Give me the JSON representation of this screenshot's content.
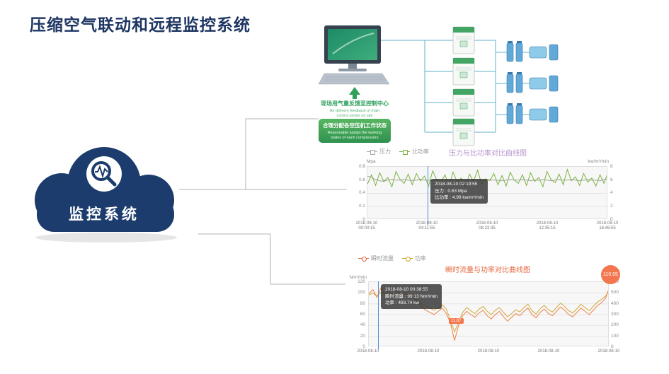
{
  "page": {
    "title": "压缩空气联动和远程监控系统"
  },
  "cloud": {
    "label": "监控系统"
  },
  "diagram": {
    "feedback_cn": "现场用气量反馈至控制中心",
    "feedback_en1": "Air delivery feedback of main",
    "feedback_en2": "control center on site",
    "assign_cn": "合理分配各空压机工作状态",
    "assign_en1": "Reasonable assign the working",
    "assign_en2": "states of each compressors"
  },
  "chart_data": [
    {
      "type": "line",
      "title": "压力与比功率对比曲线图",
      "title_color": "#b592cc",
      "legend": [
        {
          "label": "压力",
          "color": "#a8a8a8"
        },
        {
          "label": "比功率",
          "color": "#7cb342"
        }
      ],
      "left_axis": {
        "unit": "Mpa",
        "min": 0,
        "max": 0.8,
        "ticks": [
          "0.8",
          "0.6",
          "0.4",
          "0.2",
          "0"
        ]
      },
      "right_axis": {
        "unit": "kw/m³/min",
        "min": 0,
        "max": 8,
        "ticks": [
          "8",
          "6",
          "4",
          "2",
          "0"
        ]
      },
      "x_labels": [
        {
          "date": "2018-08-10",
          "time": "00:00:15"
        },
        {
          "date": "2018-08-10",
          "time": "04:11:55"
        },
        {
          "date": "2018-08-10",
          "time": "08:23:35"
        },
        {
          "date": "2018-08-10",
          "time": "12:35:15"
        },
        {
          "date": "2018-08-10",
          "time": "16:46:55"
        }
      ],
      "tooltip": {
        "line1": "2018-08-10 02:19:55",
        "line2": "压力 : 0.63 Mpa",
        "line3": "比功率 : 4.99 kw/m³/min"
      },
      "series": [
        {
          "name": "压力",
          "color": "#a8a8a8",
          "min": 0,
          "max": 0.8,
          "values": [
            0.66,
            0.64,
            0.61,
            0.59,
            0.58,
            0.6,
            0.61,
            0.6,
            0.6,
            0.61,
            0.6,
            0.59,
            0.6,
            0.61,
            0.6,
            0.6,
            0.59,
            0.6,
            0.61,
            0.6,
            0.6,
            0.61,
            0.6,
            0.59,
            0.6,
            0.6,
            0.61,
            0.6,
            0.59,
            0.6,
            0.61,
            0.6,
            0.6,
            0.59,
            0.6,
            0.61,
            0.6,
            0.6,
            0.61,
            0.6,
            0.59,
            0.6,
            0.6,
            0.61,
            0.6,
            0.59,
            0.6,
            0.61,
            0.6,
            0.6,
            0.61,
            0.6,
            0.59,
            0.6,
            0.61,
            0.6,
            0.6,
            0.59,
            0.61,
            0.62
          ]
        },
        {
          "name": "比功率",
          "color": "#7cb342",
          "min": 0,
          "max": 8,
          "values": [
            5.4,
            6.8,
            5.2,
            7.1,
            5.8,
            6.4,
            5.0,
            7.3,
            6.1,
            5.5,
            6.9,
            5.3,
            7.0,
            5.9,
            6.6,
            5.1,
            7.4,
            6.0,
            5.6,
            6.8,
            5.2,
            7.2,
            5.7,
            6.3,
            5.0,
            6.9,
            5.8,
            7.5,
            5.4,
            6.2,
            5.9,
            7.0,
            5.3,
            6.7,
            5.1,
            7.2,
            6.0,
            5.5,
            6.8,
            5.2,
            7.1,
            5.8,
            6.4,
            5.0,
            7.3,
            6.1,
            5.6,
            6.9,
            5.3,
            7.6,
            5.9,
            6.5,
            5.2,
            7.0,
            5.7,
            6.3,
            5.1,
            6.8,
            5.5,
            7.2
          ]
        }
      ]
    },
    {
      "type": "line",
      "title": "瞬时流量与功率对比曲线图",
      "title_color": "#e4683f",
      "legend": [
        {
          "label": "瞬时流量",
          "color": "#e4683f"
        },
        {
          "label": "功率",
          "color": "#c9a227"
        }
      ],
      "left_axis": {
        "unit": "Nm³/min",
        "min": 0,
        "max": 120,
        "ticks": [
          "120",
          "100",
          "80",
          "60",
          "40",
          "20",
          "0"
        ]
      },
      "right_axis": {
        "unit": "",
        "min": 0,
        "max": 600,
        "ticks": [
          "600",
          "500",
          "400",
          "300",
          "200",
          "100",
          "0"
        ]
      },
      "x_labels": [
        {
          "date": "2018-08-10"
        },
        {
          "date": "2018-08-10"
        },
        {
          "date": "2018-08-10"
        },
        {
          "date": "2018-08-10"
        },
        {
          "date": "2018-08-10"
        }
      ],
      "tooltip": {
        "line1": "2018-08-10 00:38:55",
        "line2": "瞬时流量 : 99.13 Nm³/min",
        "line3": "功率 : 493.74 kw"
      },
      "annotations": {
        "max_label": "110.55",
        "min_label": "11.87"
      },
      "series": [
        {
          "name": "瞬时流量",
          "color": "#ef8043",
          "min": 0,
          "max": 120,
          "values": [
            98,
            106,
            92,
            110,
            96,
            103,
            88,
            108,
            94,
            101,
            97,
            90,
            82,
            74,
            68,
            64,
            60,
            66,
            72,
            62,
            45,
            11.87,
            40,
            58,
            66,
            60,
            55,
            63,
            68,
            58,
            52,
            60,
            66,
            56,
            48,
            55,
            62,
            58,
            66,
            72,
            60,
            54,
            64,
            70,
            62,
            58,
            66,
            74,
            68,
            60,
            56,
            64,
            72,
            66,
            60,
            68,
            76,
            82,
            90,
            110.55
          ]
        },
        {
          "name": "功率",
          "color": "#d1a93c",
          "min": 0,
          "max": 600,
          "values": [
            480,
            498,
            470,
            505,
            485,
            493.74,
            468,
            500,
            478,
            490,
            472,
            455,
            430,
            400,
            380,
            360,
            340,
            365,
            390,
            350,
            250,
            140,
            230,
            320,
            365,
            335,
            310,
            350,
            375,
            330,
            300,
            340,
            365,
            320,
            280,
            310,
            345,
            325,
            365,
            395,
            335,
            305,
            355,
            385,
            345,
            325,
            365,
            405,
            375,
            335,
            315,
            355,
            395,
            365,
            335,
            375,
            415,
            440,
            470,
            520
          ]
        }
      ]
    }
  ]
}
